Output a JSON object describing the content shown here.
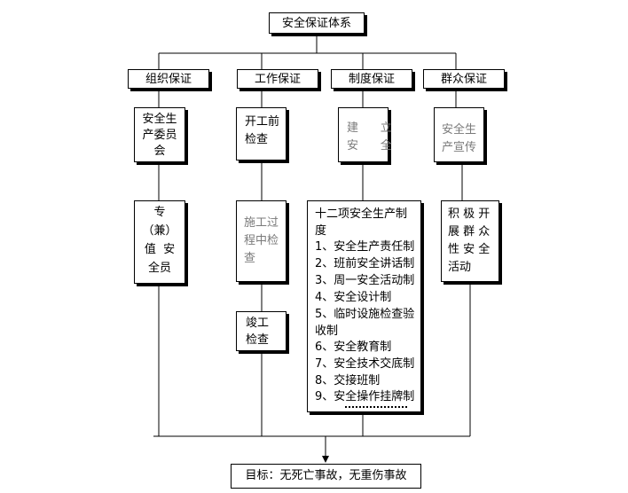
{
  "root": "安全保证体系",
  "categories": [
    "组织保证",
    "工作保证",
    "制度保证",
    "群众保证"
  ],
  "org": {
    "committee": [
      "安全生",
      "产委员",
      "会"
    ],
    "officer": [
      "专",
      "（兼）",
      "值  安",
      "全员"
    ]
  },
  "work": {
    "pre_check": [
      "开工前",
      "检查"
    ],
    "process_check": [
      "施工过",
      "程中检",
      "查"
    ],
    "final_check": [
      "竣工",
      "检查"
    ]
  },
  "system": {
    "establish": [
      "建      立",
      "安      全"
    ],
    "rules_title": [
      "十二项安全生产制",
      "度"
    ],
    "rules": [
      "1、安全生产责任制",
      "2、班前安全讲话制",
      "3、周一安全活动制",
      "4、安全设计制",
      "5、临时设施检查验",
      "收制",
      "6、安全教育制",
      "7、安全技术交底制",
      "8、交接班制",
      "9、安全操作挂牌制"
    ]
  },
  "mass": {
    "propaganda": [
      "安全生",
      "产宣传"
    ],
    "activities": [
      "积 极 开",
      "展 群 众",
      "性 安 全",
      "活动"
    ]
  },
  "goal": "目标：无死亡事故，无重伤事故"
}
